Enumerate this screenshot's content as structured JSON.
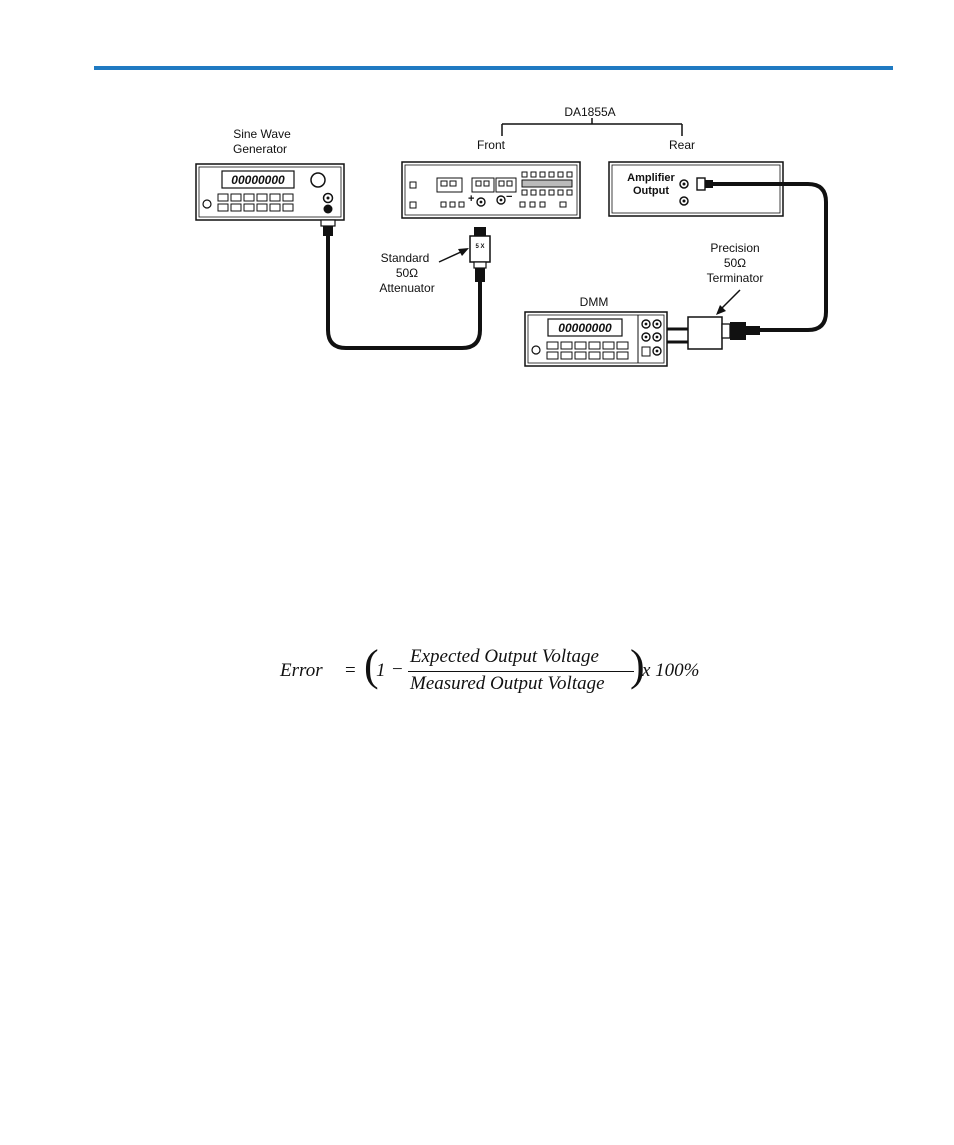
{
  "colors": {
    "header_rule": "#1f7ac2",
    "ink": "#111111"
  },
  "diagram": {
    "labels": {
      "sine_wave_generator": [
        "Sine Wave",
        "Generator"
      ],
      "device": "DA1855A",
      "front": "Front",
      "rear": "Rear",
      "standard_attenuator": [
        "Standard",
        "50Ω",
        "Attenuator"
      ],
      "precision_terminator": [
        "Precision",
        "50Ω",
        "Terminator"
      ],
      "dmm": "DMM",
      "amplifier_output": [
        "Amplifier",
        "Output"
      ]
    },
    "displays": {
      "generator_readout": "00000000",
      "dmm_readout": "00000000"
    },
    "attenuator_mark": "5 X"
  },
  "formula": {
    "lhs": "Error",
    "equals": "=",
    "one": "1",
    "minus": "−",
    "numerator": "Expected Output Voltage",
    "denominator": "Measured Output Voltage",
    "tail": "x 100%"
  }
}
